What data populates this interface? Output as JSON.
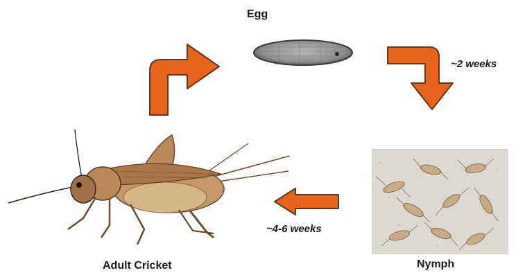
{
  "stages": {
    "egg": {
      "label": "Egg"
    },
    "nymph": {
      "label": "Nymph"
    },
    "adult": {
      "label": "Adult Cricket"
    }
  },
  "durations": {
    "egg_to_nymph": "~2 weeks",
    "nymph_to_adult": "~4-6 weeks"
  },
  "colors": {
    "arrow_fill": "#e8641c",
    "arrow_stroke": "#5a3a1e"
  }
}
